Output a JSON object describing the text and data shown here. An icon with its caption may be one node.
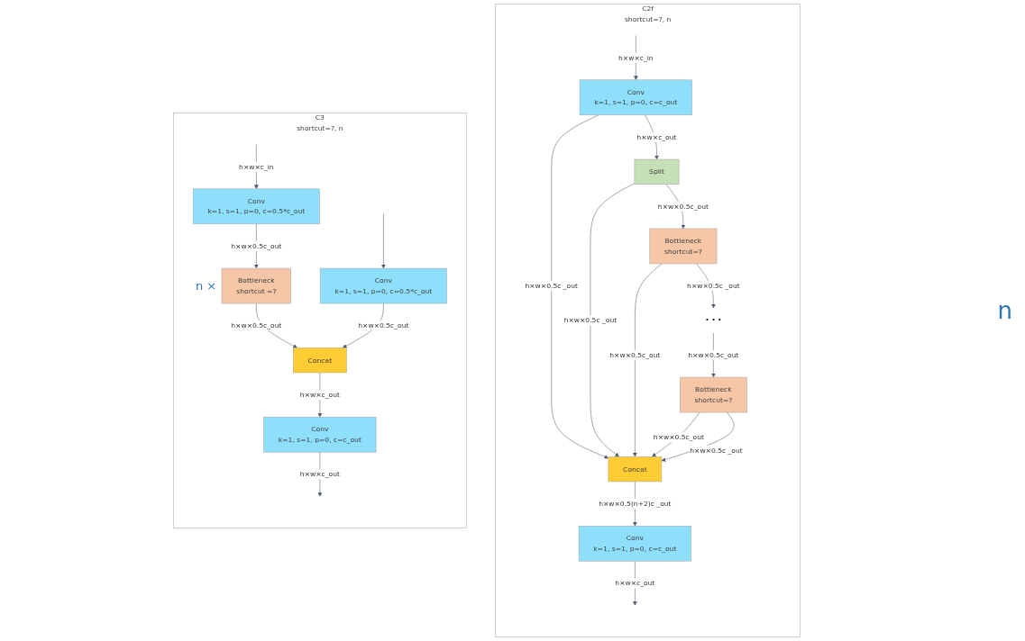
{
  "diagram": {
    "nodes": [
      {
        "text": [
          "C3",
          "shortcut=?, n"
        ]
      },
      {
        "text": [
          "Conv",
          "k=1, s=1, p=0, c=0.5*c_out"
        ],
        "in": 0
      },
      {
        "text": [
          "Conv",
          "k=1, s=1, p=0, c=0.5*c_out"
        ],
        "in": 0
      },
      {
        "text": [
          "Bottleneck",
          "shortcut =?"
        ],
        "in": 0,
        "beside": [
          "n ×"
        ]
      },
      {
        "text": [
          "Concat"
        ],
        "in": 0
      },
      {
        "text": [
          "Conv",
          "k=1, s=1, p=0, c=c_out"
        ],
        "in": 0
      },
      {
        "text": [
          "C2f",
          "shortcut=?, n"
        ]
      },
      {
        "text": [
          "Conv",
          "k=1, s=1, p=0, c=c_out"
        ],
        "in": 6
      },
      {
        "text": [
          "Split"
        ],
        "in": 6
      },
      {
        "text": [
          "Bottleneck",
          "shortcut=?"
        ],
        "in": 6
      },
      {
        "text": [
          "• • •"
        ],
        "in": 6
      },
      {
        "text": [
          "Bottleneck",
          "shortcut=?"
        ],
        "in": 6
      },
      {
        "text": [
          "Concat"
        ],
        "in": 6
      },
      {
        "text": [
          "Conv",
          "k=1, s=1, p=0, c=c_out"
        ],
        "in": 6
      }
    ],
    "edges": [
      {
        "from": null,
        "to": 2,
        "arrow": "to",
        "label": "h×w×c_in"
      },
      {
        "from": null,
        "to": 1,
        "arrow": "to"
      },
      {
        "from": 2,
        "to": 3,
        "arrow": "to",
        "label": "h×w×0.5c_out"
      },
      {
        "from": 3,
        "to": 4,
        "arrow": "to",
        "label": "h×w×0.5c_out"
      },
      {
        "from": 1,
        "to": 4,
        "arrow": "to",
        "label": "h×w×0.5c_out"
      },
      {
        "from": 4,
        "to": 5,
        "arrow": "to",
        "label": "h×w×c_out"
      },
      {
        "from": 5,
        "to": null,
        "arrow": "to",
        "label": "h×w×c_out"
      },
      {
        "from": null,
        "to": 7,
        "arrow": "to",
        "label": "h×w×c_in"
      },
      {
        "from": 7,
        "to": 8,
        "arrow": "to",
        "label": "h×w×c_out"
      },
      {
        "from": 7,
        "to": 12,
        "arrow": "to",
        "label": "h×w×0.5c _out"
      },
      {
        "from": 8,
        "to": 12,
        "arrow": "to",
        "label": "h×w×0.5c _out"
      },
      {
        "from": 8,
        "to": 9,
        "arrow": "to",
        "label": "h×w×0.5c_out"
      },
      {
        "from": 9,
        "to": 12,
        "arrow": "to",
        "label": "h×w×0.5c_out"
      },
      {
        "from": 9,
        "to": 10,
        "arrow": "to",
        "label": "h×w×0.5c _out"
      },
      {
        "from": 10,
        "to": 11,
        "arrow": "to",
        "label": "h×w×0.5c_out"
      },
      {
        "from": 11,
        "to": 12,
        "arrow": "to",
        "label": "h×w×0.5c_out"
      },
      {
        "from": 11,
        "to": 12,
        "arrow": "to",
        "label": "h×w×0.5c _out"
      },
      {
        "from": 12,
        "to": 13,
        "arrow": "to",
        "label": "h×w×0.5(n+2)c _out"
      },
      {
        "from": 13,
        "to": null,
        "arrow": "to",
        "label": "h×w×c_out"
      }
    ],
    "labels": [
      "n"
    ]
  }
}
